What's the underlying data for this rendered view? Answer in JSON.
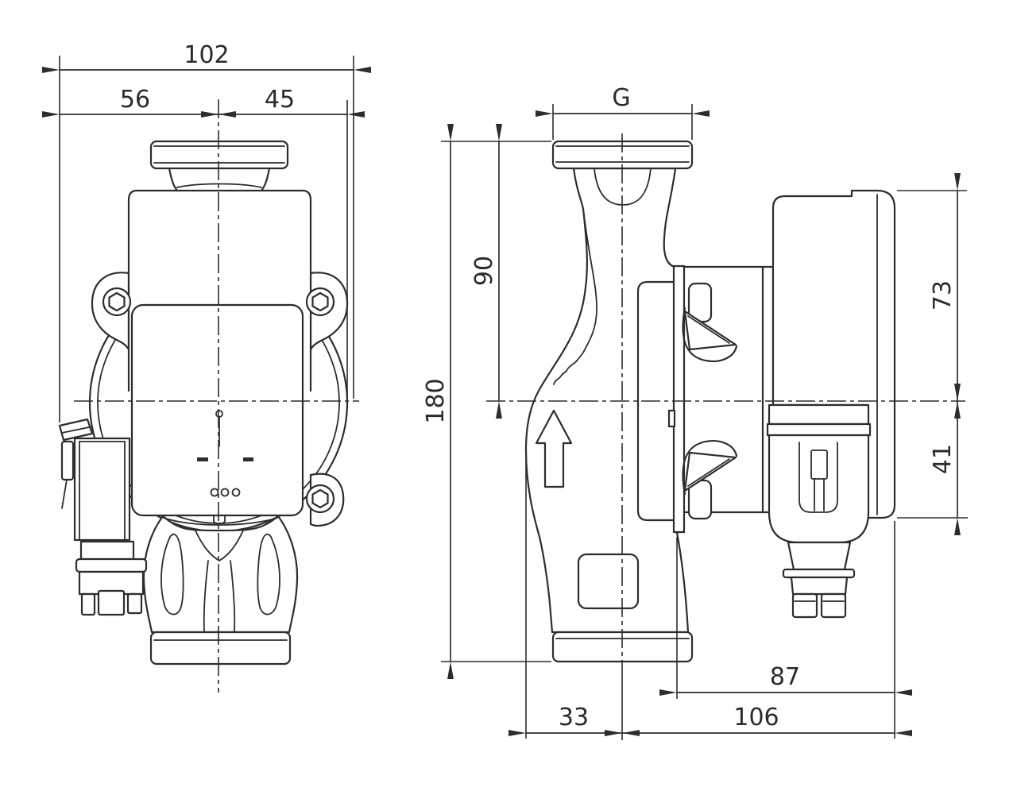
{
  "drawing_labels": {
    "overall_width": "102",
    "axis_to_left": "56",
    "axis_to_right": "45",
    "port_thread": "G",
    "port_to_axis_height": "90",
    "port_to_port_length": "180",
    "axis_to_housing_top": "73",
    "axis_to_housing_bottom": "41",
    "flange_to_module_end": "87",
    "axis_to_body_left": "33",
    "axis_to_module_end": "106"
  }
}
